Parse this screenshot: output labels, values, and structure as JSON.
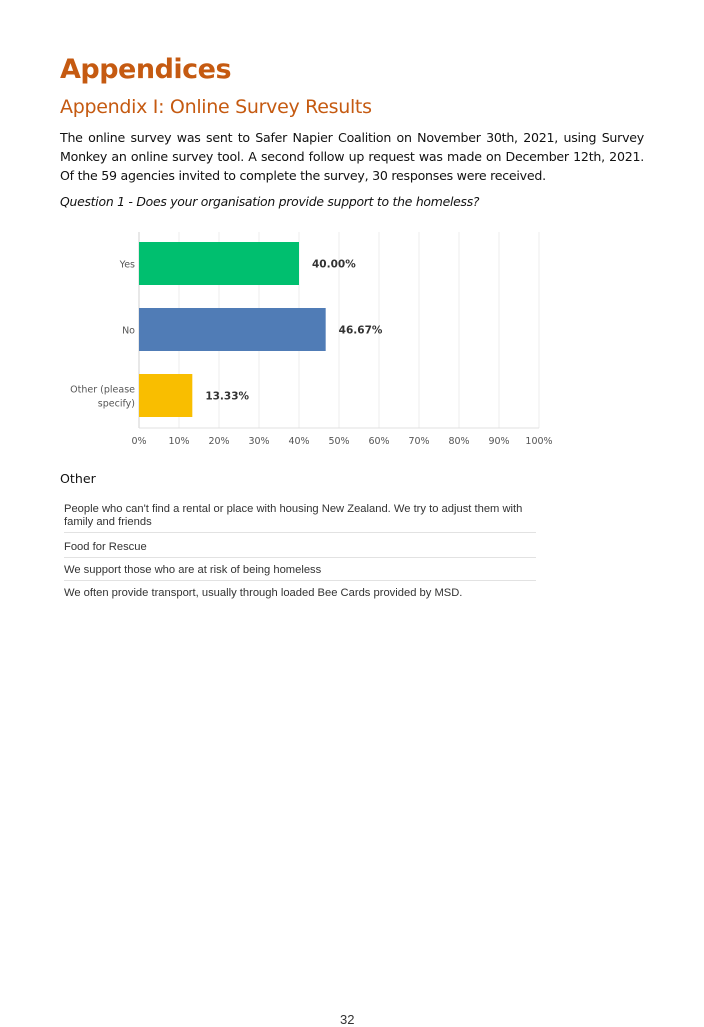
{
  "heading": "Appendices",
  "subheading": "Appendix I: Online Survey Results",
  "paragraph": "The online survey was sent to Safer Napier Coalition on November 30th, 2021, using Survey Monkey an online survey tool. A second follow up request was made on December 12th, 2021. Of the 59 agencies invited to complete the survey, 30 responses were received.",
  "question_caption": "Question 1 - Does your organisation provide support to the homeless?",
  "chart_data": {
    "type": "bar",
    "orientation": "horizontal",
    "categories": [
      "Yes",
      "No",
      "Other (please specify)"
    ],
    "category_lines": [
      [
        "Yes"
      ],
      [
        "No"
      ],
      [
        "Other (please",
        "specify)"
      ]
    ],
    "values": [
      40.0,
      46.67,
      13.33
    ],
    "data_labels": [
      "40.00%",
      "46.67%",
      "13.33%"
    ],
    "colors": [
      "#00bf6f",
      "#507cb6",
      "#f9be00"
    ],
    "xlim": [
      0,
      100
    ],
    "xticks": [
      "0%",
      "10%",
      "20%",
      "30%",
      "40%",
      "50%",
      "60%",
      "70%",
      "80%",
      "90%",
      "100%"
    ],
    "grid": true
  },
  "other_heading": "Other",
  "other_responses": [
    "People who can't find a rental or place with housing New Zealand. We try to adjust them with family and friends",
    "Food for Rescue",
    "We support those who are at risk of being homeless",
    "We often provide transport, usually through loaded Bee Cards provided by MSD."
  ],
  "page_number": "32"
}
